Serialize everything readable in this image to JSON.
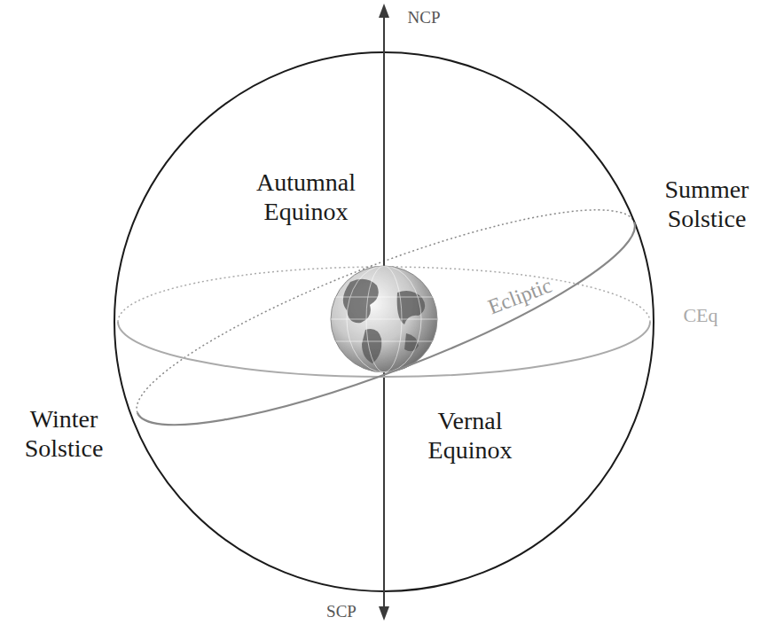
{
  "diagram": {
    "labels": [
      "NCP",
      "Autumnal Equinox",
      "Summer Solstice",
      "Ecliptic",
      "CEq",
      "Winter Solstice",
      "Vernal Equinox",
      "SCP"
    ]
  }
}
